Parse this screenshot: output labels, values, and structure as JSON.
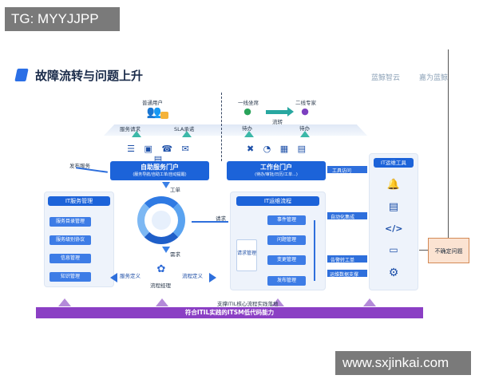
{
  "watermark_tag": "TG: MYYJJPP",
  "watermark_site": "www.sxjinkai.com",
  "title": "故障流转与问题上升",
  "brand": {
    "left": "蓝鲸智云",
    "right": "嘉为蓝鲸"
  },
  "top": {
    "user_label": "普通用户",
    "service_request": "服务请求",
    "sla": "SLA承诺",
    "first_line": "一线坐席",
    "flow": "流转",
    "second_line": "二线专家",
    "pending1": "待办",
    "pending2": "待办"
  },
  "self_portal": {
    "title": "自助服务门户",
    "sub": "(服务导航/自助工单/自动提醒)"
  },
  "work_portal": {
    "title": "工作台门户",
    "sub": "(待办/审批/日历/工单...)"
  },
  "publish": "发布服务",
  "work_order": "工单",
  "request": "请求",
  "need": "需求",
  "process_manager": "流程经理",
  "service_def": "服务定义",
  "process_def": "流程定义",
  "it_service_mgmt": {
    "title": "IT服务管理",
    "items": [
      "服务目录管理",
      "服务级别协议",
      "信息管理",
      "知识管理"
    ]
  },
  "it_ops": {
    "title": "IT运维流程",
    "request_mgmt": "请求管理",
    "steps": [
      "事件管理",
      "问题管理",
      "变更管理",
      "发布管理"
    ]
  },
  "tool_access": "工具访问",
  "auto_integration": "自动化集成",
  "ops_data_support": "运维数据支撑",
  "alert_to_ticket": "告警转工单",
  "it_tools": {
    "title": "IT运维工具"
  },
  "uncertain": "不确定问题",
  "bottom_support": "支撑ITIL核心流程实践落地",
  "bottom_bar": "符合ITIL实践的ITSM低代码能力",
  "colors": {
    "primary": "#1c63d9",
    "accent": "#8b3fc4",
    "panel": "#eef3fb",
    "uncertain_bg": "#fbe3d2"
  }
}
